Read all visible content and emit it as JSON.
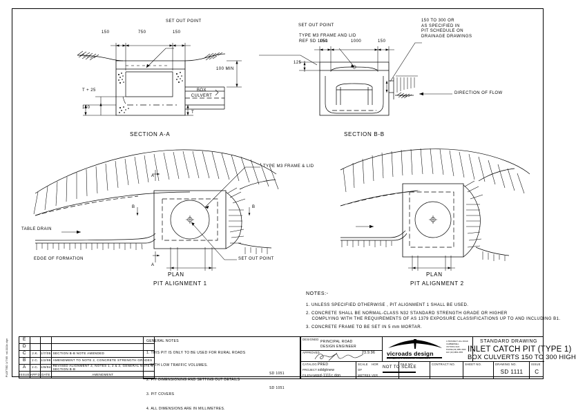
{
  "drawing": {
    "standard_label": "STANDARD DRAWING",
    "title_line1": "INLET CATCH PIT (TYPE 1)",
    "title_line2": "BOX CULVERTS 150 TO 300 HIGH",
    "drawing_no_label": "DRAWING NO.",
    "drawing_no": "SD 1111",
    "issue_label": "ISSUE",
    "issue": "C",
    "file_no_label": "FILE NO.",
    "file_no": "",
    "contract_no_label": "CONTRACT NO.",
    "contract_no": "",
    "sheet_no_label": "SHEET NO.",
    "sheet_no": "",
    "scale_label": "SCALE",
    "scale_hor": "HOR",
    "scale_of": "OF",
    "scale_metres": "METRES",
    "scale_ver": "VER",
    "scale_value": "NOT TO SCALE",
    "designed_label": "DESIGNED",
    "designed_line1": "PRINCIPAL ROAD",
    "designed_line2": "DESIGN ENGINEER",
    "approved_label": "APPROVED",
    "approved_date": "23.9.96",
    "catalog_label": "CATALOG",
    "catalog_value": "PRED",
    "project_label": "PROJECT",
    "project_value": "sddgtnew",
    "filename_label": "FILENAME",
    "filename_value": "sd-1111c.dgn",
    "logo_name": "vicroads design",
    "logo_sub": "ENGINEERING & TECHNOLOGY CONSULTANTS",
    "logo_address": "1 PROSPECT HILL ROAD\nCAMBERWELL\nVICTORIA 3124\nPHONE (03) 9854 2666\nFAX (03) 9854 2555"
  },
  "revisions": {
    "headers": {
      "issue": "ISSUE",
      "apprd": "APP'D",
      "date": "DATE",
      "amendment": "AMENDMENT"
    },
    "rows": [
      {
        "issue": "E",
        "apprd": "",
        "date": "",
        "amendment": ""
      },
      {
        "issue": "D",
        "apprd": "",
        "date": "",
        "amendment": ""
      },
      {
        "issue": "C",
        "apprd": "J.K.",
        "date": "1/7/05",
        "amendment": "SECTION B-B NOTE AMENDED"
      },
      {
        "issue": "B",
        "apprd": "J.C.",
        "date": "1/2/98",
        "amendment": "AMENDMENT TO NOTE 2, CONCRETE STRENGTH GRADES"
      },
      {
        "issue": "A",
        "apprd": "J.C.",
        "date": "1/9/94",
        "amendment": "REVISED ALIGNMENT 2, NOTES 1, 2 & 3, GENERAL NOTE 4,\nSECTION B-B"
      }
    ]
  },
  "general_notes": {
    "heading": "GENERAL NOTES",
    "items": [
      {
        "num": "1.",
        "text": "THIS PIT IS ONLY TO BE USED FOR RURAL ROADS\n   WITH LOW TRAFFIC VOLUMES.",
        "ref": ""
      },
      {
        "num": "2.",
        "text": "PIT DIMENSIONING AND SETTING OUT DETAILS",
        "ref": "SD 1051"
      },
      {
        "num": "3.",
        "text": "PIT COVERS",
        "ref": "SD 1051"
      },
      {
        "num": "4.",
        "text": "ALL DIMENSIONS ARE IN MILLIMETRES.",
        "ref": ""
      }
    ]
  },
  "notes": {
    "heading": "NOTES:-",
    "items": [
      "1. UNLESS SPECIFIED OTHERWISE , PIT ALIGNMENT 1 SHALL BE USED.",
      "2. CONCRETE SHALL BE NORMAL-CLASS N32 STANDARD STRENGTH GRADE OR HIGHER\n    COMPLYING WITH THE REQUIREMENTS OF AS 1379 EXPOSURE CLASSIFICATIONS UP TO AND INCLUDING B1.",
      "3. CONCRETE FRAME TO BE SET IN 5 mm MORTAR."
    ]
  },
  "section_aa": {
    "caption": "SECTION A-A",
    "set_out_point": "SET OUT POINT",
    "dim_left": "150",
    "dim_mid": "750",
    "dim_right": "150",
    "dim_100min": "100 MIN",
    "dim_t25": "T + 25",
    "dim_150": "150",
    "dim_t": "T",
    "box_culvert": "BOX\nCULVERT"
  },
  "section_bb": {
    "caption": "SECTION B-B",
    "set_out_point": "SET OUT POINT",
    "frame_lid": "TYPE M3 FRAME AND LID\nREF SD 1051",
    "dim_left": "150",
    "dim_mid": "1000",
    "dim_right": "150",
    "dim_125": "125",
    "depth_note": "150 TO 300 OR\nAS SPECIFIED IN\nPIT SCHEDULE ON\nDRAINAGE DRAWINGS",
    "direction_of_flow": "DIRECTION OF FLOW"
  },
  "plan1": {
    "caption": "PLAN",
    "subcaption": "PIT ALIGNMENT 1",
    "table_drain": "TABLE DRAIN",
    "edge_of_formation": "EDGE OF FORMATION",
    "frame_lid": "TYPE M3 FRAME & LID",
    "set_out_point": "SET OUT POINT",
    "mark_a": "A",
    "mark_b": "B"
  },
  "plan2": {
    "caption": "PLAN",
    "subcaption": "PIT ALIGNMENT 2"
  },
  "margin": {
    "vertical_text": "PLOTTED 1/7/05  sd-1111c.dgn"
  }
}
